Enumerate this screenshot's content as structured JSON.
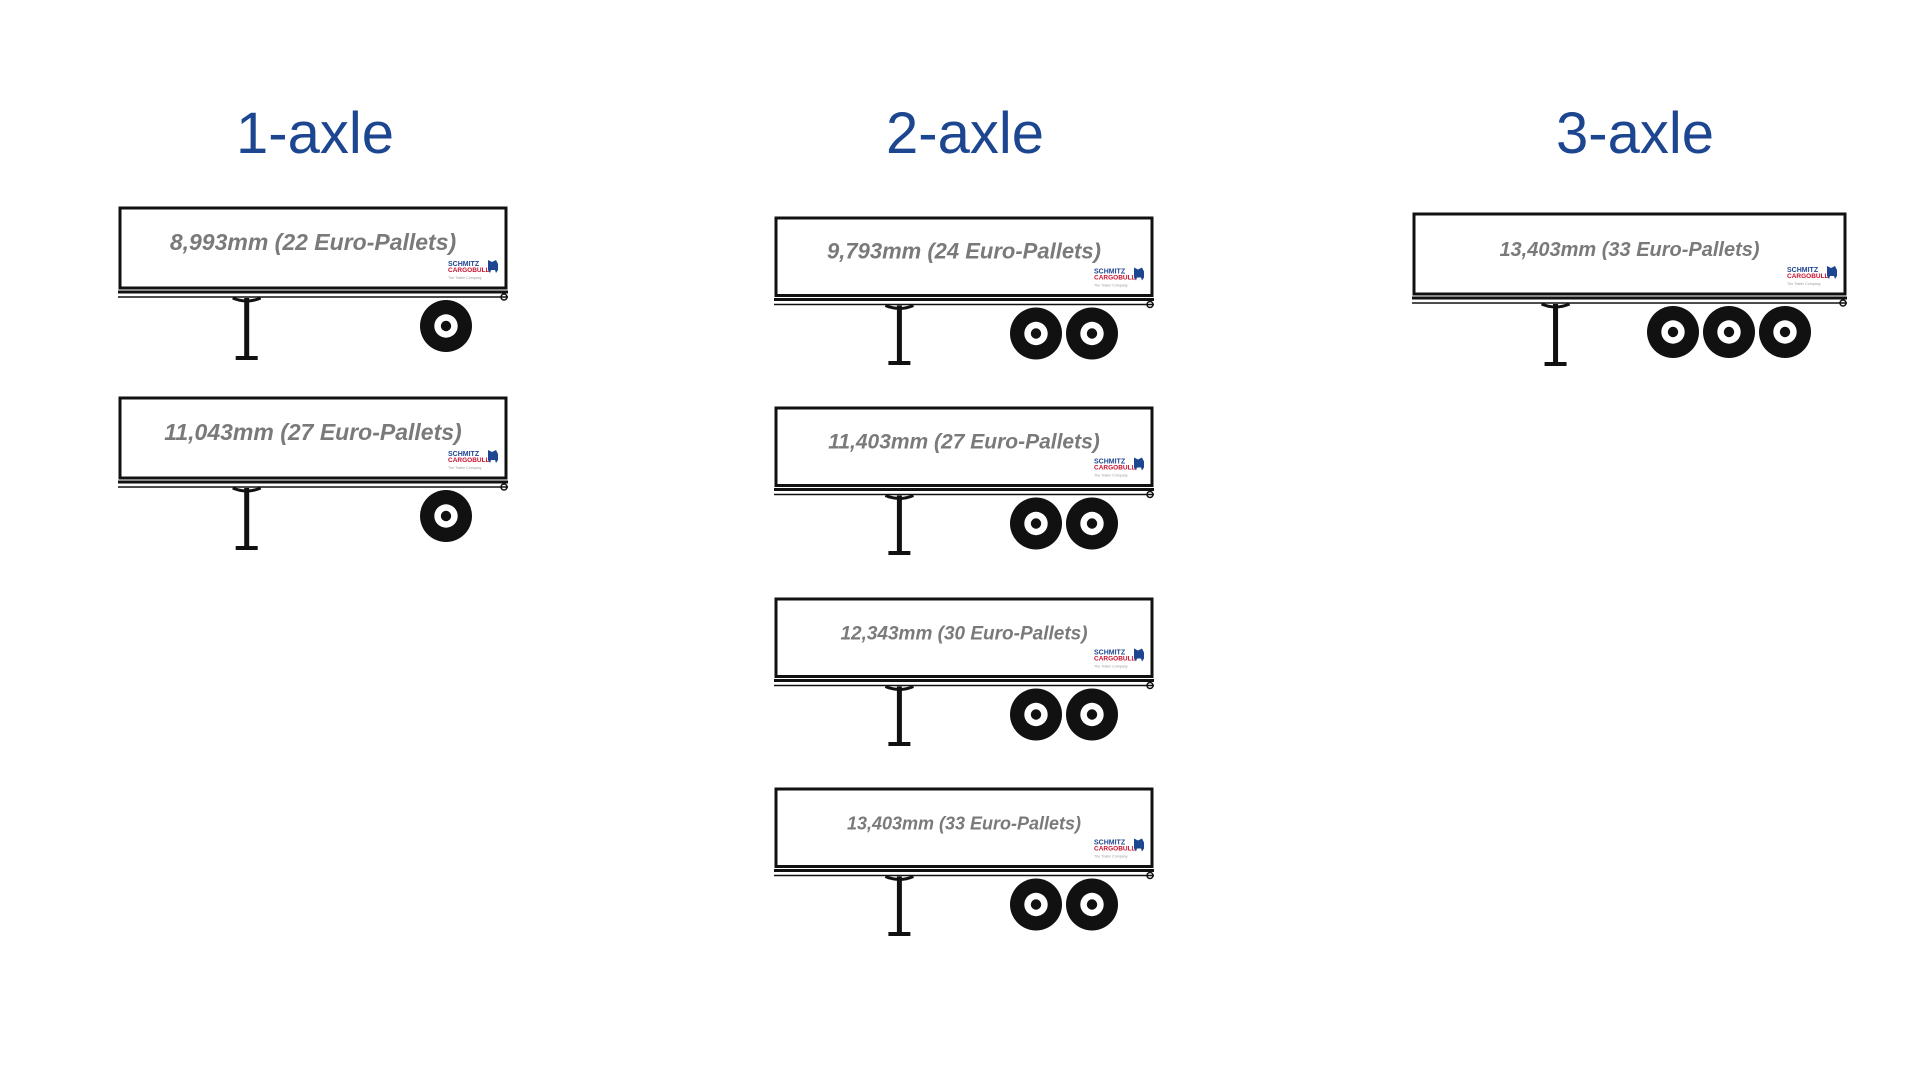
{
  "columns": [
    {
      "title": "1-axle",
      "trailers": [
        {
          "label": "8,993mm (22 Euro-Pallets)"
        },
        {
          "label": "11,043mm (27 Euro-Pallets)"
        }
      ]
    },
    {
      "title": "2-axle",
      "trailers": [
        {
          "label": "9,793mm (24 Euro-Pallets)"
        },
        {
          "label": "11,403mm (27 Euro-Pallets)"
        },
        {
          "label": "12,343mm (30 Euro-Pallets)"
        },
        {
          "label": "13,403mm (33 Euro-Pallets)"
        }
      ]
    },
    {
      "title": "3-axle",
      "trailers": [
        {
          "label": "13,403mm (33 Euro-Pallets)"
        }
      ]
    }
  ],
  "brand": {
    "name_top": "SCHMITZ",
    "name_bottom": "CARGOBULL",
    "tagline": "The Trailer Company",
    "icon": "bull-icon"
  },
  "colors": {
    "title": "#1d4690",
    "label": "#7a7a7a",
    "brand_blue": "#1d4690",
    "brand_red": "#c8102e"
  }
}
